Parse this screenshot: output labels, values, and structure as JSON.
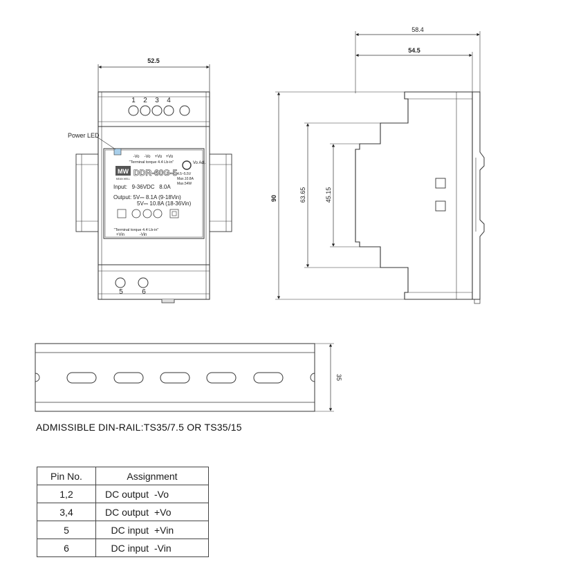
{
  "front_view": {
    "width_dim": "52.5",
    "terminal_top_numbers": [
      "1",
      "2",
      "3",
      "4"
    ],
    "terminal_bottom_numbers": [
      "5",
      "6"
    ],
    "power_led_label": "Power LED",
    "top_pin_labels": [
      "-Vo",
      "-Vo",
      "+Vo",
      "+Vo"
    ],
    "torque_note_top": "\"Terminal torque 4.4 Lb-in\"",
    "model": "DDR-60G-5",
    "brand_logo_text": "MW",
    "brand_sub": "MEAN WELL",
    "adj_label": "Vo Adj.",
    "adj_specs": [
      "4.5~5.5V",
      "Max.10.8A",
      "Max.54W"
    ],
    "input_line": "Input:   9-36VDC   8.0A",
    "output_line1": "Output: 5V⎓ 8.1A (9-18Vin)",
    "output_line2": "5V⎓ 10.8A (18-36Vin)",
    "torque_note_bottom": "\"Terminal torque 4.4 Lb-in\"",
    "bottom_pin_labels": [
      "+Vin",
      "-Vin"
    ]
  },
  "side_view": {
    "dim_58_4": "58.4",
    "dim_54_5": "54.5",
    "dim_90": "90",
    "dim_63_65": "63.65",
    "dim_45_15": "45.15"
  },
  "rail": {
    "dim_35": "35",
    "caption": "ADMISSIBLE DIN-RAIL:TS35/7.5 OR TS35/15"
  },
  "pin_table": {
    "headers": [
      "Pin No.",
      "Assignment"
    ],
    "rows": [
      {
        "pin": "1,2",
        "desc": "DC output",
        "pol": "-Vo"
      },
      {
        "pin": "3,4",
        "desc": "DC output",
        "pol": "+Vo"
      },
      {
        "pin": "5",
        "desc": "DC input",
        "pol": "+Vin"
      },
      {
        "pin": "6",
        "desc": "DC input",
        "pol": "-Vin"
      }
    ]
  }
}
